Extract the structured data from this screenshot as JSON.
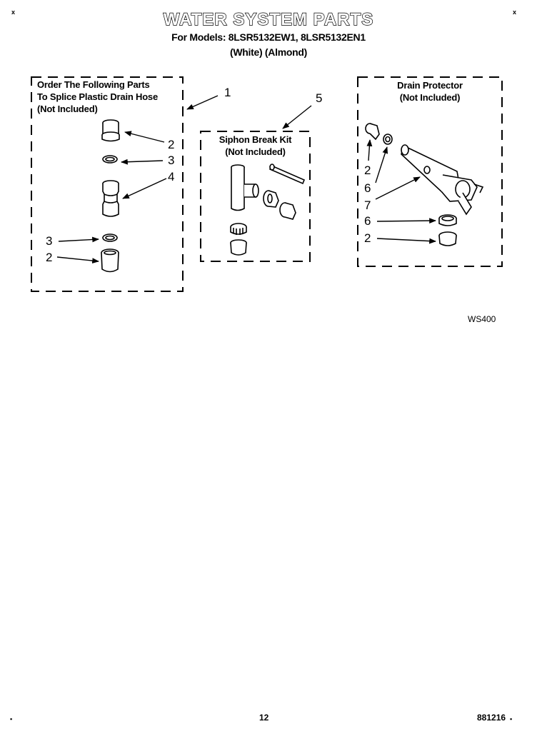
{
  "header": {
    "title": "WATER SYSTEM PARTS",
    "models_line": "For Models: 8LSR5132EW1, 8LSR5132EN1",
    "colors_line": "(White)    (Almond)"
  },
  "boxes": {
    "splice": {
      "line1": "Order The Following Parts",
      "line2": "To Splice Plastic Drain Hose",
      "line3": "(Not Included)"
    },
    "siphon": {
      "line1": "Siphon Break Kit",
      "line2": "(Not Included)"
    },
    "drain": {
      "line1": "Drain Protector",
      "line2": "(Not Included)"
    }
  },
  "callouts": {
    "c1": "1",
    "c5": "5",
    "splice_2a": "2",
    "splice_3a": "3",
    "splice_4": "4",
    "splice_3b": "3",
    "splice_2b": "2",
    "drain_2a": "2",
    "drain_6a": "6",
    "drain_7": "7",
    "drain_6b": "6",
    "drain_2b": "2"
  },
  "footer": {
    "figure_code": "WS400",
    "page_number": "12",
    "doc_number": "881216"
  },
  "corner_marks": {
    "top_left": "x",
    "top_right": "x",
    "bottom_left": "▪",
    "bottom_right": "▪"
  }
}
